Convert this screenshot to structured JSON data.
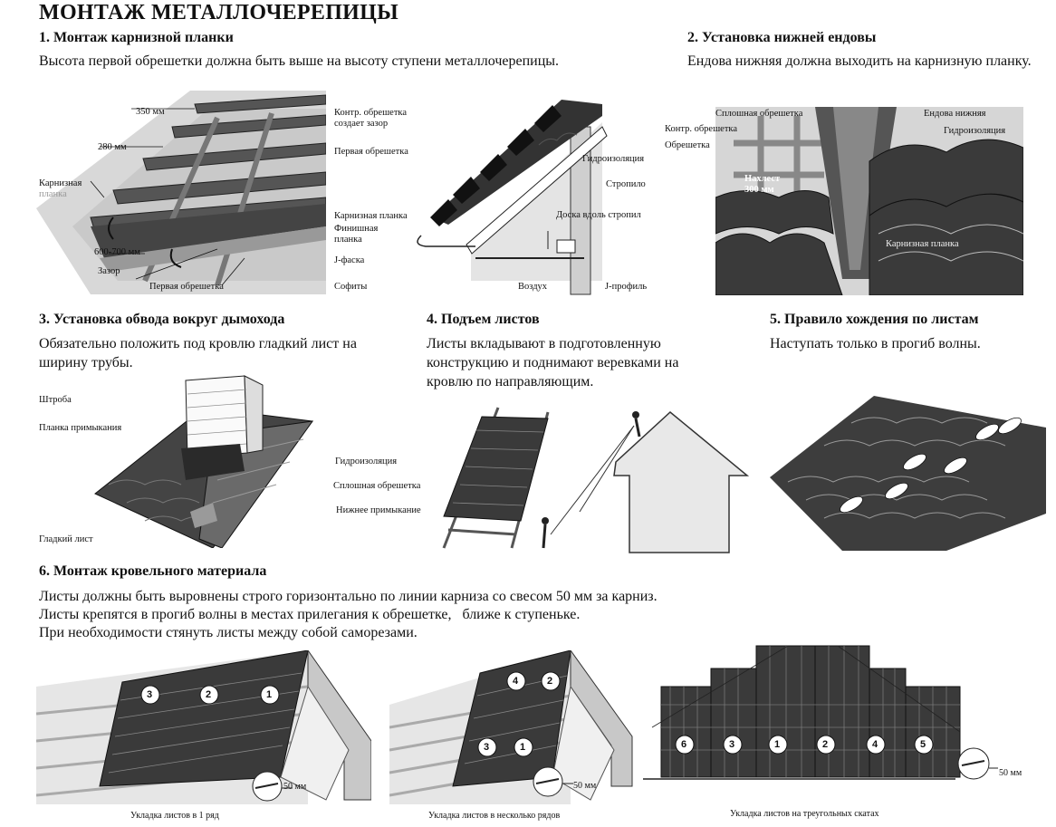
{
  "title": "МОНТАЖ МЕТАЛЛОЧЕРЕПИЦЫ",
  "s1": {
    "heading": "1. Монтаж карнизной планки",
    "text": "Высота первой обрешетки должна быть выше на высоту ступени металлочерепицы.",
    "labels": {
      "mm350": "350 мм",
      "mm280": "280 мм",
      "cornice1": "Карнизная",
      "cornice2": "планка",
      "mm600": "600-700 мм",
      "gap": "Зазор",
      "first_batten": "Первая обрешетка",
      "counter1": "Контр. обрешетка",
      "counter2": "создает зазор",
      "first_batten2": "Первая обрешетка",
      "cornice_strip": "Карнизная планка",
      "finish1": "Финишная",
      "finish2": "планка",
      "jchamfer": "J-фаска",
      "soffits": "Софиты",
      "air": "Воздух",
      "jprofile": "J-профиль",
      "waterproof": "Гидроизоляция",
      "rafter": "Стропило",
      "board": "Доска вдоль стропил"
    }
  },
  "s2": {
    "heading": "2. Установка нижней ендовы",
    "text": "Ендова нижняя должна выходить на карнизную планку.",
    "labels": {
      "solid": "Сплошная обрешетка",
      "counter": "Контр. обрешетка",
      "batten": "Обрешетка",
      "valley": "Ендова нижняя",
      "waterproof": "Гидроизоляция",
      "overlap1": "Нахлест",
      "overlap2": "300 мм",
      "cornice": "Карнизная планка"
    }
  },
  "s3": {
    "heading": "3. Установка обвода вокруг дымохода",
    "text": "Обязательно положить под кровлю гладкий лист на ширину трубы.",
    "labels": {
      "groove": "Штроба",
      "strip": "Планка примыкания",
      "waterproof": "Гидроизоляция",
      "solid": "Сплошная обрешетка",
      "lower": "Нижнее примыкание",
      "smooth": "Гладкий лист"
    }
  },
  "s4": {
    "heading": "4. Подъем листов",
    "text": "Листы вкладывают в подготовленную конструкцию и поднимают веревками на кровлю по направляющим."
  },
  "s5": {
    "heading": "5. Правило хождения по листам",
    "text": "Наступать только в прогиб волны."
  },
  "s6": {
    "heading": "6. Монтаж кровельного материала",
    "lines": [
      "Листы должны быть выровнены строго горизонтально по линии карниза со свесом 50 мм за карниз.",
      "Листы крепятся в прогиб волны в местах прилегания к обрешетке,   ближе к ступеньке.",
      "При необходимости стянуть листы между собой саморезами."
    ],
    "captions": [
      "Укладка листов в 1 ряд",
      "Укладка листов в несколько рядов",
      "Укладка листов на треугольных скатах"
    ],
    "mm50": "50 мм",
    "nums1": [
      "3",
      "2",
      "1"
    ],
    "nums2": [
      "4",
      "2",
      "3",
      "1"
    ],
    "nums3": [
      "6",
      "3",
      "1",
      "2",
      "4",
      "5"
    ]
  }
}
